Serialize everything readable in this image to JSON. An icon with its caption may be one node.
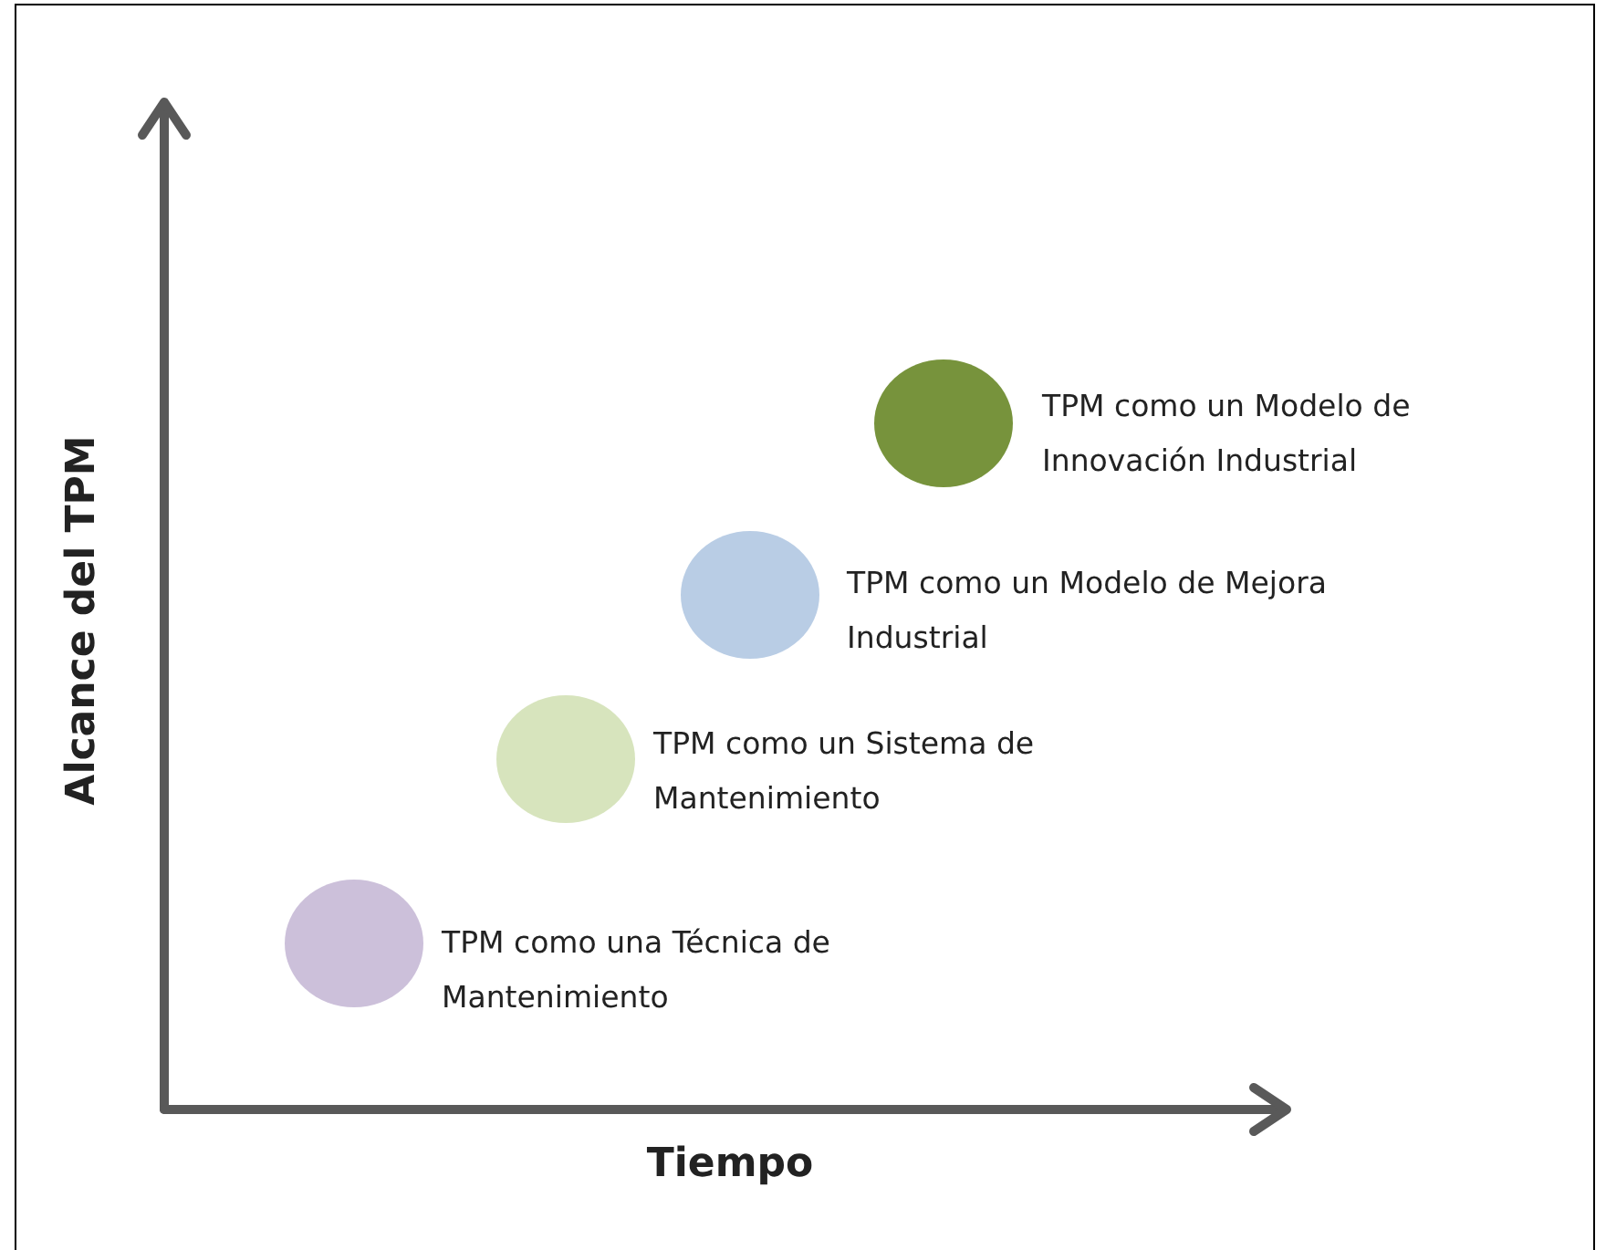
{
  "diagram": {
    "nodes": [
      {
        "text": [],
        "shape": "circle",
        "beside": [
          "TPM como una Técnica de Mantenimiento"
        ]
      },
      {
        "text": [],
        "shape": "circle",
        "beside": [
          "TPM como un Sistema de Mantenimiento"
        ]
      },
      {
        "text": [],
        "shape": "circle",
        "beside": [
          "TPM como un Modelo de Mejora Industrial"
        ]
      },
      {
        "text": [],
        "shape": "circle",
        "beside": [
          "TPM como un Modelo de Innovación Industrial"
        ]
      }
    ],
    "edges": [],
    "labels": [
      "Alcance del TPM",
      "Tiempo"
    ]
  }
}
